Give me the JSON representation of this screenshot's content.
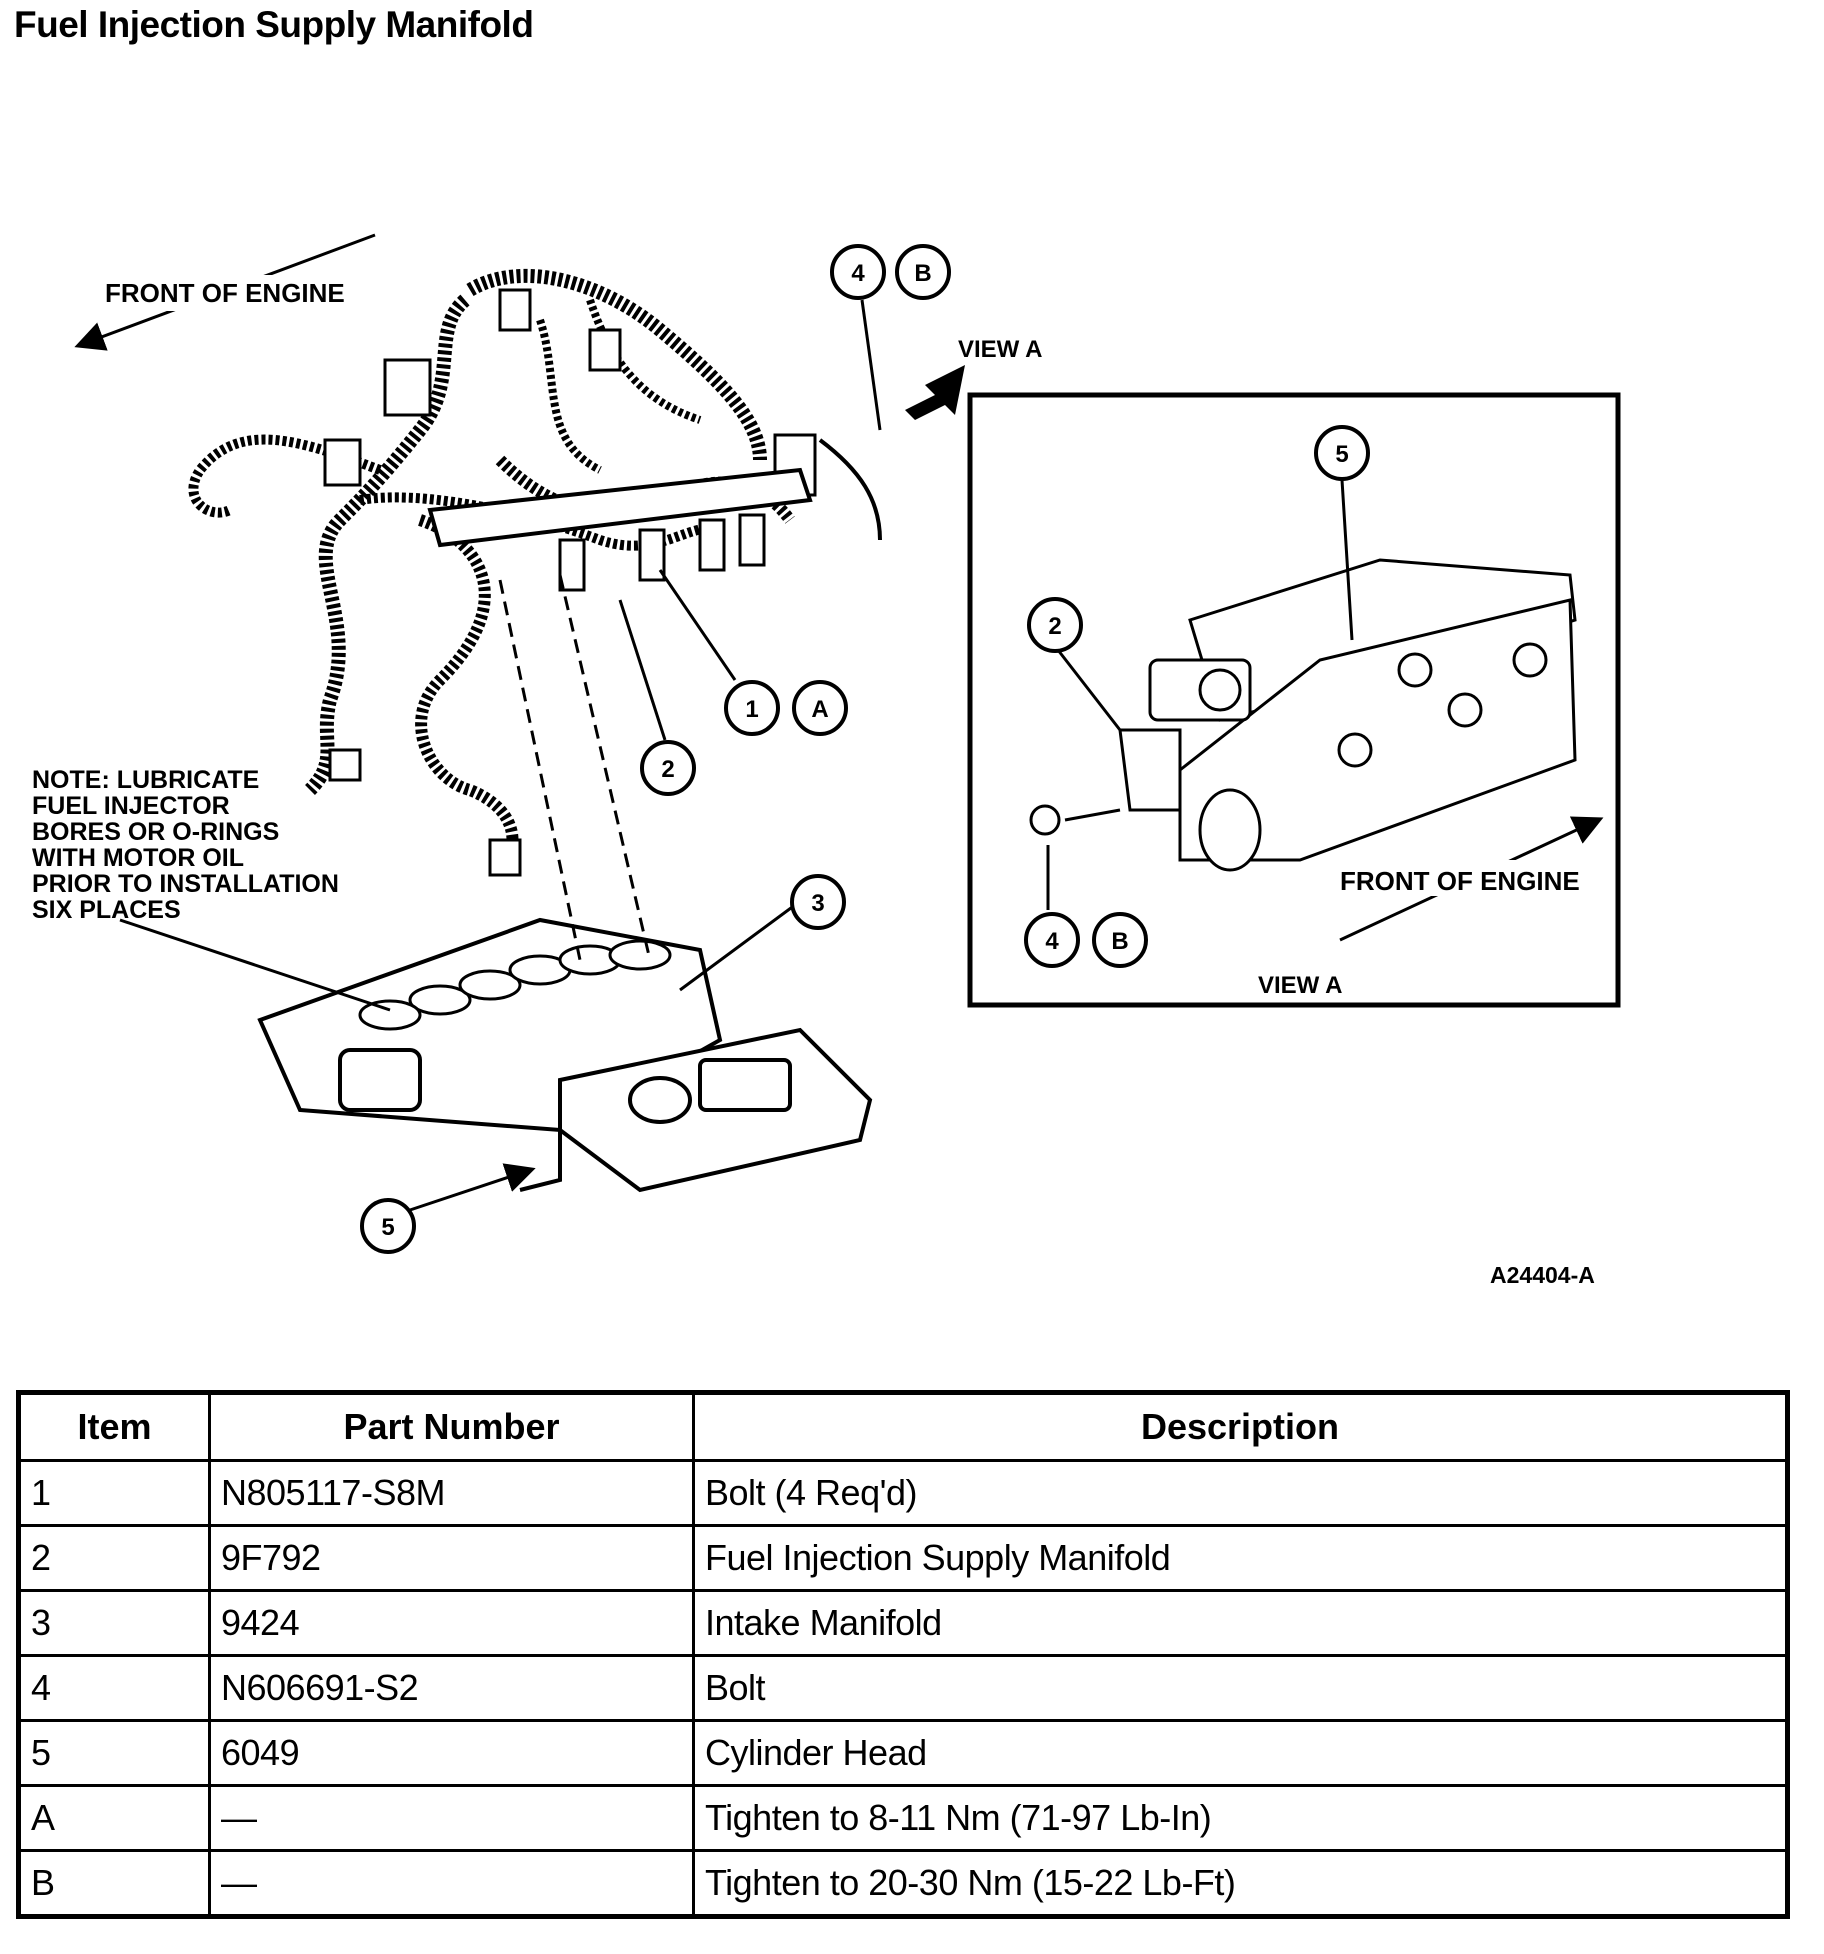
{
  "title": "Fuel Injection Supply Manifold",
  "diagram": {
    "front_of_engine_main": "FRONT OF ENGINE",
    "front_of_engine_view": "FRONT OF ENGINE",
    "view_a_arrow": "VIEW A",
    "view_a_caption": "VIEW A",
    "note_lines": [
      "NOTE: LUBRICATE",
      "FUEL INJECTOR",
      "BORES OR O-RINGS",
      "WITH MOTOR OIL",
      "PRIOR TO INSTALLATION",
      "SIX PLACES"
    ],
    "figure_id": "A24404-A",
    "callouts": {
      "c1": "1",
      "cA": "A",
      "c2": "2",
      "c3": "3",
      "c4_top": "4",
      "cB_top": "B",
      "c5_main": "5",
      "c5_view": "5",
      "c2_view": "2",
      "c4_view": "4",
      "cB_view": "B"
    }
  },
  "table": {
    "headers": [
      "Item",
      "Part Number",
      "Description"
    ],
    "rows": [
      [
        "1",
        "N805117-S8M",
        "Bolt (4 Req'd)"
      ],
      [
        "2",
        "9F792",
        "Fuel Injection Supply Manifold"
      ],
      [
        "3",
        "9424",
        "Intake Manifold"
      ],
      [
        "4",
        "N606691-S2",
        "Bolt"
      ],
      [
        "5",
        "6049",
        "Cylinder Head"
      ],
      [
        "A",
        "—",
        "Tighten to 8-11 Nm (71-97 Lb-In)"
      ],
      [
        "B",
        "—",
        "Tighten to 20-30 Nm (15-22 Lb-Ft)"
      ]
    ]
  }
}
